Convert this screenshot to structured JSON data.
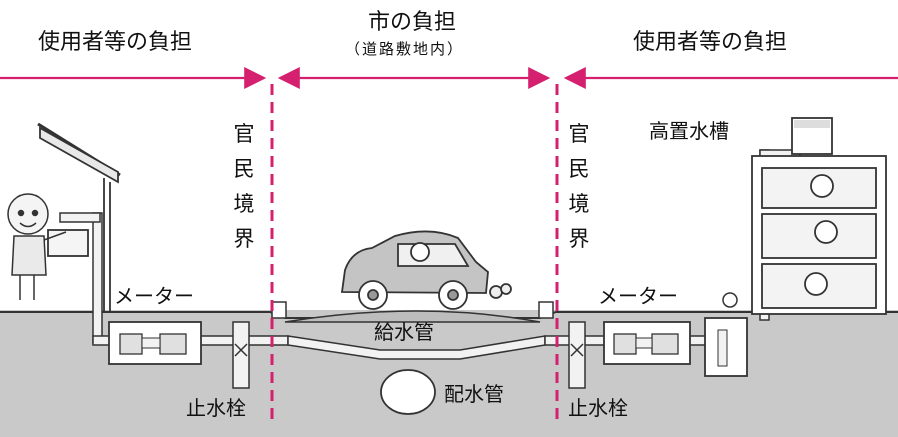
{
  "header": {
    "left_label": "使用者等の負担",
    "center_label": "市の負担",
    "center_sub": "（道路敷地内）",
    "right_label": "使用者等の負担"
  },
  "boundary": {
    "left_chars": [
      "官",
      "民",
      "境",
      "界"
    ],
    "right_chars": [
      "官",
      "民",
      "境",
      "界"
    ]
  },
  "labels": {
    "meter_left": "メーター",
    "meter_right": "メーター",
    "service_pipe": "給水管",
    "water_main": "配水管",
    "stop_valve_left": "止水栓",
    "stop_valve_right": "止水栓",
    "elevated_tank": "高置水槽"
  },
  "colors": {
    "accent": "#d4206e",
    "ground": "#c9c9c9",
    "pipe": "#f2f2f2",
    "ink": "#111111"
  }
}
